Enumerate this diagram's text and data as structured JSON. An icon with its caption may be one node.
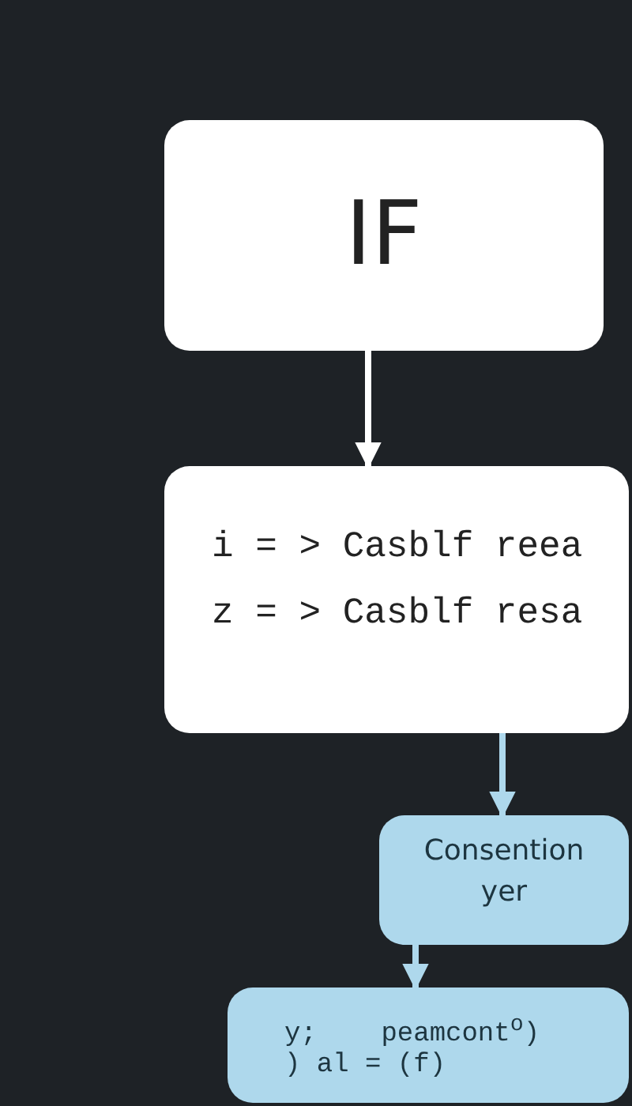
{
  "diagram": {
    "nodes": [
      {
        "text": [
          "IF"
        ]
      },
      {
        "text": [
          "i = > Casblf reea",
          "z = > Casblf resa"
        ]
      },
      {
        "text": [
          "Consention yer"
        ]
      },
      {
        "text": [
          "y;    peamcont$^{o}$)",
          ") al = (f)"
        ]
      }
    ],
    "edges": [
      {
        "from": 0,
        "to": 1,
        "arrow": "to",
        "color": "#ffffff"
      },
      {
        "from": 1,
        "to": 2,
        "arrow": "to"
      },
      {
        "from": 2,
        "to": 3,
        "arrow": "to"
      }
    ]
  }
}
